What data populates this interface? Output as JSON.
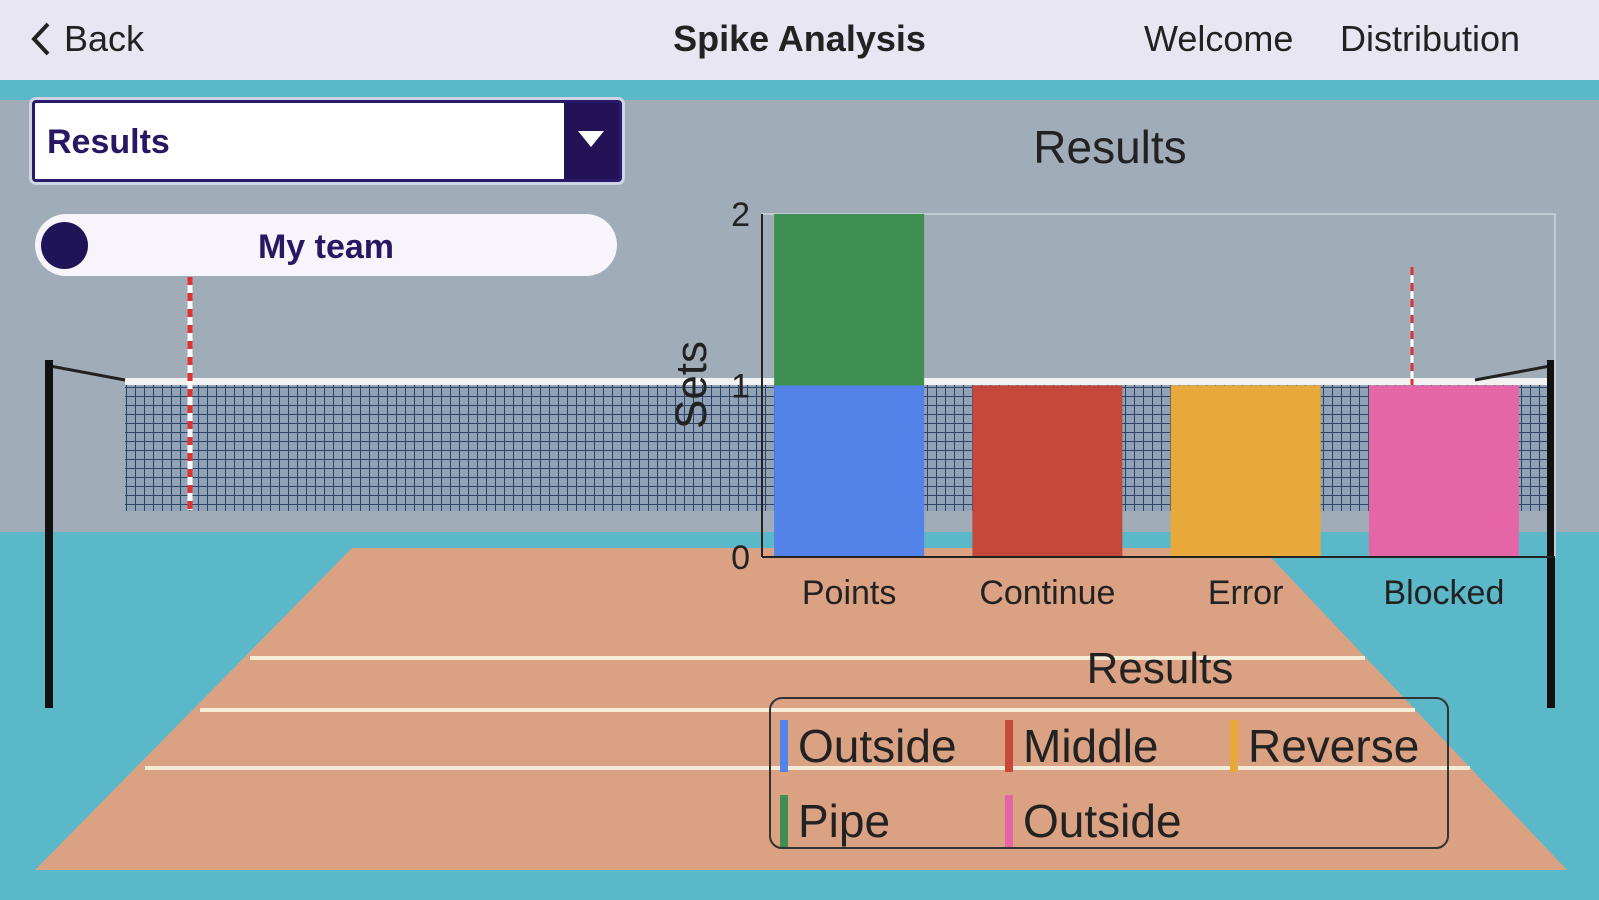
{
  "header": {
    "back_label": "Back",
    "title": "Spike Analysis",
    "nav": [
      "Welcome",
      "Distribution"
    ]
  },
  "controls": {
    "dropdown_value": "Results",
    "team_toggle_label": "My team"
  },
  "colors": {
    "Outside": "#5383e8",
    "Middle": "#c4493a",
    "Reverse": "#e8a93a",
    "Pipe": "#3f8f52",
    "Outside2": "#e566a6"
  },
  "chart_data": {
    "type": "bar",
    "stacked": true,
    "title": "Results",
    "xlabel": "",
    "ylabel": "Sets",
    "ylim": [
      0,
      2
    ],
    "yticks": [
      "0",
      "1",
      "2"
    ],
    "categories": [
      "Points",
      "Continue",
      "Error",
      "Blocked"
    ],
    "series": [
      {
        "name": "Outside",
        "color": "#5383e8",
        "values": [
          1,
          0,
          0,
          0
        ]
      },
      {
        "name": "Middle",
        "color": "#c4493a",
        "values": [
          0,
          1,
          0,
          0
        ]
      },
      {
        "name": "Reverse",
        "color": "#e8a93a",
        "values": [
          0,
          0,
          1,
          0
        ]
      },
      {
        "name": "Pipe",
        "color": "#3f8f52",
        "values": [
          1,
          0,
          0,
          0
        ]
      },
      {
        "name": "Outside",
        "color": "#e566a6",
        "values": [
          0,
          0,
          0,
          1
        ]
      }
    ],
    "legend_title": "Results",
    "legend_position": "bottom"
  }
}
